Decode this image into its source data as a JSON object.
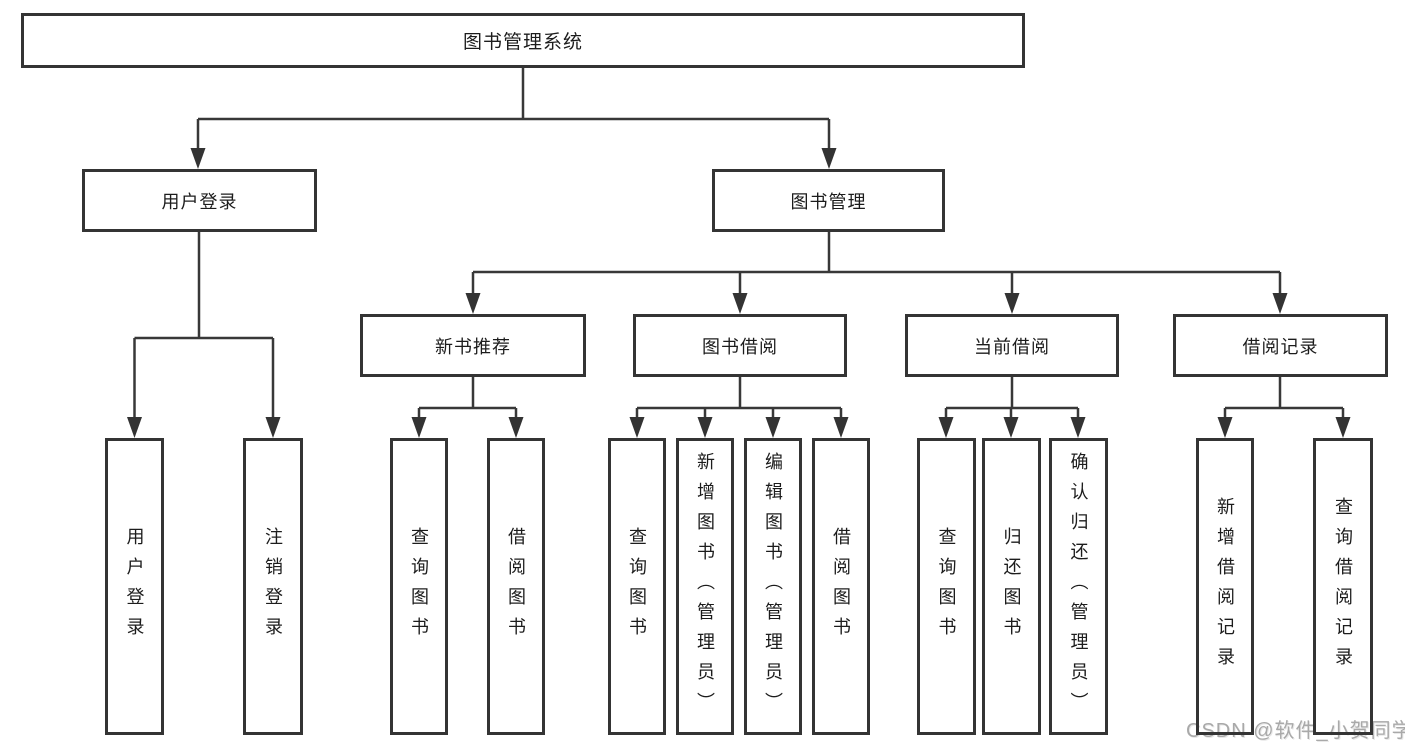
{
  "tree": {
    "root": {
      "label": "图书管理系统",
      "children": [
        {
          "label": "用户登录",
          "children": [
            {
              "label": "用户登录"
            },
            {
              "label": "注销登录"
            }
          ]
        },
        {
          "label": "图书管理",
          "children": [
            {
              "label": "新书推荐",
              "children": [
                {
                  "label": "查询图书"
                },
                {
                  "label": "借阅图书"
                }
              ]
            },
            {
              "label": "图书借阅",
              "children": [
                {
                  "label": "查询图书"
                },
                {
                  "label": "新增图书（管理员）"
                },
                {
                  "label": "编辑图书（管理员）"
                },
                {
                  "label": "借阅图书"
                }
              ]
            },
            {
              "label": "当前借阅",
              "children": [
                {
                  "label": "查询图书"
                },
                {
                  "label": "归还图书"
                },
                {
                  "label": "确认归还（管理员）"
                }
              ]
            },
            {
              "label": "借阅记录",
              "children": [
                {
                  "label": "新增借阅记录"
                },
                {
                  "label": "查询借阅记录"
                }
              ]
            }
          ]
        }
      ]
    }
  },
  "watermark": {
    "text": "CSDN @软件_小贺同学"
  },
  "colors": {
    "background": "#ffffff",
    "border": "#343434",
    "line": "#383838",
    "text": "#1c1c1c",
    "watermark": "#a9a9a9"
  }
}
